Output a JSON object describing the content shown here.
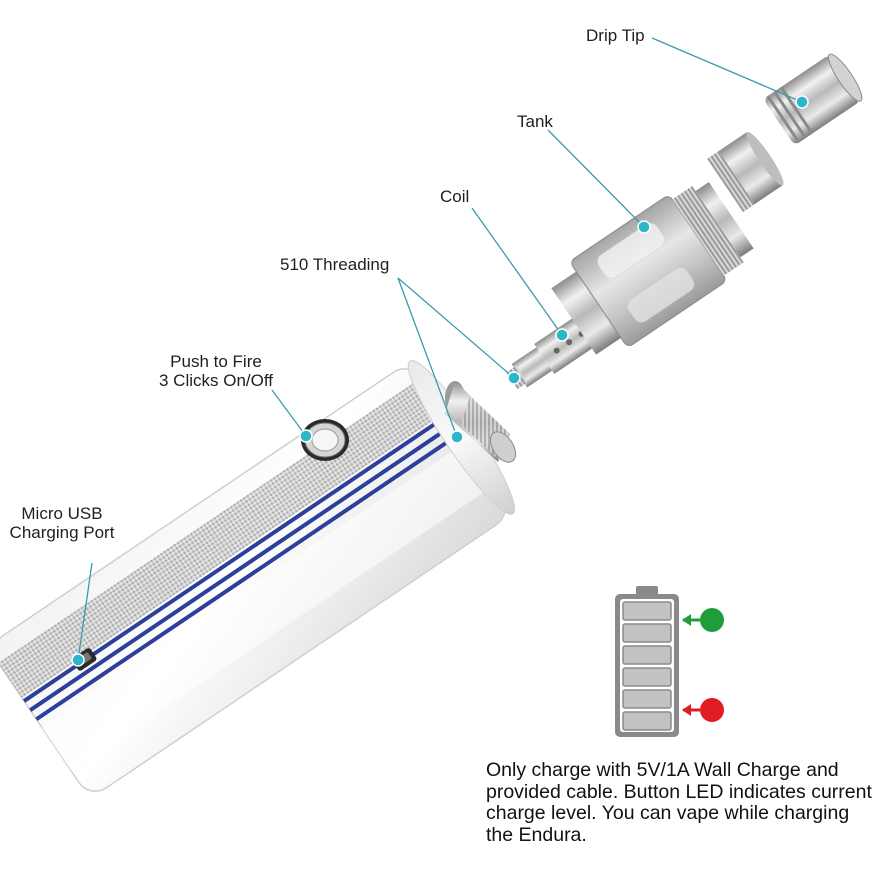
{
  "labels": {
    "drip_tip": "Drip Tip",
    "tank": "Tank",
    "coil": "Coil",
    "threading": "510 Threading",
    "push_line1": "Push to Fire",
    "push_line2": "3 Clicks On/Off",
    "usb_line1": "Micro USB",
    "usb_line2": "Charging Port"
  },
  "note": "Only charge with 5V/1A Wall Charge and provided cable. Button LED indicates current charge level. You can vape while charging the Endura.",
  "colors": {
    "leader_line": "#3a9cae",
    "callout_dot": "#2bb6c9",
    "stripe_blue": "#2d3f9c",
    "led_full": "#1e9e3a",
    "led_low": "#e01b22",
    "battery_gray": "#8a8a8a"
  }
}
